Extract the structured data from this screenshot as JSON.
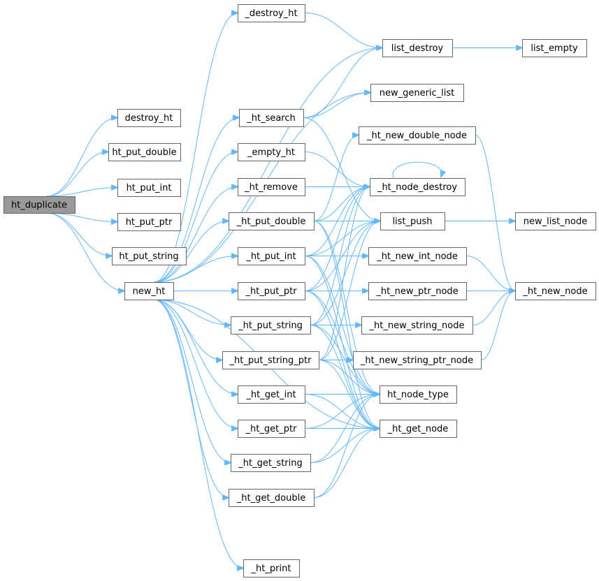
{
  "diagram": {
    "title": "ht_duplicate call graph",
    "colors": {
      "edge": "#63b8ff",
      "node_border": "#666666",
      "root_fill": "#999999",
      "node_fill": "#ffffff"
    },
    "nodes": [
      {
        "id": "ht_duplicate",
        "label": "ht_duplicate",
        "root": true
      },
      {
        "id": "destroy_ht",
        "label": "destroy_ht"
      },
      {
        "id": "ht_put_double",
        "label": "ht_put_double"
      },
      {
        "id": "ht_put_int",
        "label": "ht_put_int"
      },
      {
        "id": "ht_put_ptr",
        "label": "ht_put_ptr"
      },
      {
        "id": "ht_put_string",
        "label": "ht_put_string"
      },
      {
        "id": "new_ht",
        "label": "new_ht"
      },
      {
        "id": "_destroy_ht",
        "label": "_destroy_ht"
      },
      {
        "id": "_ht_search",
        "label": "_ht_search"
      },
      {
        "id": "_empty_ht",
        "label": "_empty_ht"
      },
      {
        "id": "_ht_remove",
        "label": "_ht_remove"
      },
      {
        "id": "_ht_put_double",
        "label": "_ht_put_double"
      },
      {
        "id": "_ht_put_int",
        "label": "_ht_put_int"
      },
      {
        "id": "_ht_put_ptr",
        "label": "_ht_put_ptr"
      },
      {
        "id": "_ht_put_string",
        "label": "_ht_put_string"
      },
      {
        "id": "_ht_put_string_ptr",
        "label": "_ht_put_string_ptr"
      },
      {
        "id": "_ht_get_int",
        "label": "_ht_get_int"
      },
      {
        "id": "_ht_get_ptr",
        "label": "_ht_get_ptr"
      },
      {
        "id": "_ht_get_string",
        "label": "_ht_get_string"
      },
      {
        "id": "_ht_get_double",
        "label": "_ht_get_double"
      },
      {
        "id": "_ht_print",
        "label": "_ht_print"
      },
      {
        "id": "list_destroy",
        "label": "list_destroy"
      },
      {
        "id": "list_empty",
        "label": "list_empty"
      },
      {
        "id": "new_generic_list",
        "label": "new_generic_list"
      },
      {
        "id": "_ht_new_double_node",
        "label": "_ht_new_double_node"
      },
      {
        "id": "_ht_node_destroy",
        "label": "_ht_node_destroy"
      },
      {
        "id": "list_push",
        "label": "list_push"
      },
      {
        "id": "new_list_node",
        "label": "new_list_node"
      },
      {
        "id": "_ht_new_int_node",
        "label": "_ht_new_int_node"
      },
      {
        "id": "_ht_new_ptr_node",
        "label": "_ht_new_ptr_node"
      },
      {
        "id": "_ht_new_node",
        "label": "_ht_new_node"
      },
      {
        "id": "_ht_new_string_node",
        "label": "_ht_new_string_node"
      },
      {
        "id": "_ht_new_string_ptr_node",
        "label": "_ht_new_string_ptr_node"
      },
      {
        "id": "ht_node_type",
        "label": "ht_node_type"
      },
      {
        "id": "_ht_get_node",
        "label": "_ht_get_node"
      }
    ],
    "edges": [
      [
        "ht_duplicate",
        "destroy_ht"
      ],
      [
        "ht_duplicate",
        "ht_put_double"
      ],
      [
        "ht_duplicate",
        "ht_put_int"
      ],
      [
        "ht_duplicate",
        "ht_put_ptr"
      ],
      [
        "ht_duplicate",
        "ht_put_string"
      ],
      [
        "ht_duplicate",
        "new_ht"
      ],
      [
        "new_ht",
        "_destroy_ht"
      ],
      [
        "new_ht",
        "list_destroy"
      ],
      [
        "new_ht",
        "new_generic_list"
      ],
      [
        "new_ht",
        "_ht_search"
      ],
      [
        "new_ht",
        "_empty_ht"
      ],
      [
        "new_ht",
        "_ht_remove"
      ],
      [
        "new_ht",
        "_ht_put_double"
      ],
      [
        "new_ht",
        "_ht_put_int"
      ],
      [
        "new_ht",
        "_ht_put_ptr"
      ],
      [
        "new_ht",
        "_ht_put_string"
      ],
      [
        "new_ht",
        "_ht_put_string_ptr"
      ],
      [
        "new_ht",
        "_ht_get_int"
      ],
      [
        "new_ht",
        "_ht_get_ptr"
      ],
      [
        "new_ht",
        "_ht_get_string"
      ],
      [
        "new_ht",
        "_ht_get_double"
      ],
      [
        "new_ht",
        "_ht_get_node"
      ],
      [
        "new_ht",
        "_ht_print"
      ],
      [
        "_destroy_ht",
        "list_destroy"
      ],
      [
        "list_destroy",
        "list_empty"
      ],
      [
        "_ht_search",
        "list_destroy"
      ],
      [
        "_ht_search",
        "new_generic_list"
      ],
      [
        "_ht_search",
        "list_push"
      ],
      [
        "_empty_ht",
        "_ht_node_destroy"
      ],
      [
        "_ht_remove",
        "_ht_node_destroy"
      ],
      [
        "_ht_node_destroy",
        "_ht_node_destroy"
      ],
      [
        "_ht_put_double",
        "_ht_new_double_node"
      ],
      [
        "_ht_put_double",
        "_ht_node_destroy"
      ],
      [
        "_ht_put_double",
        "list_push"
      ],
      [
        "_ht_put_double",
        "ht_node_type"
      ],
      [
        "_ht_put_double",
        "_ht_get_node"
      ],
      [
        "_ht_put_int",
        "_ht_new_int_node"
      ],
      [
        "_ht_put_int",
        "_ht_node_destroy"
      ],
      [
        "_ht_put_int",
        "list_push"
      ],
      [
        "_ht_put_int",
        "ht_node_type"
      ],
      [
        "_ht_put_int",
        "_ht_get_node"
      ],
      [
        "_ht_put_ptr",
        "_ht_new_ptr_node"
      ],
      [
        "_ht_put_ptr",
        "_ht_node_destroy"
      ],
      [
        "_ht_put_ptr",
        "list_push"
      ],
      [
        "_ht_put_ptr",
        "ht_node_type"
      ],
      [
        "_ht_put_ptr",
        "_ht_get_node"
      ],
      [
        "_ht_put_string",
        "_ht_new_string_node"
      ],
      [
        "_ht_put_string",
        "_ht_node_destroy"
      ],
      [
        "_ht_put_string",
        "list_push"
      ],
      [
        "_ht_put_string",
        "ht_node_type"
      ],
      [
        "_ht_put_string",
        "_ht_get_node"
      ],
      [
        "_ht_put_string_ptr",
        "_ht_new_string_ptr_node"
      ],
      [
        "_ht_put_string_ptr",
        "_ht_node_destroy"
      ],
      [
        "_ht_put_string_ptr",
        "list_push"
      ],
      [
        "_ht_put_string_ptr",
        "ht_node_type"
      ],
      [
        "_ht_put_string_ptr",
        "_ht_get_node"
      ],
      [
        "list_push",
        "new_list_node"
      ],
      [
        "_ht_new_double_node",
        "_ht_new_node"
      ],
      [
        "_ht_new_int_node",
        "_ht_new_node"
      ],
      [
        "_ht_new_ptr_node",
        "_ht_new_node"
      ],
      [
        "_ht_new_string_node",
        "_ht_new_node"
      ],
      [
        "_ht_new_string_ptr_node",
        "_ht_new_node"
      ],
      [
        "_ht_get_int",
        "ht_node_type"
      ],
      [
        "_ht_get_int",
        "_ht_get_node"
      ],
      [
        "_ht_get_ptr",
        "ht_node_type"
      ],
      [
        "_ht_get_ptr",
        "_ht_get_node"
      ],
      [
        "_ht_get_string",
        "ht_node_type"
      ],
      [
        "_ht_get_string",
        "_ht_get_node"
      ],
      [
        "_ht_get_double",
        "ht_node_type"
      ],
      [
        "_ht_get_double",
        "_ht_get_node"
      ]
    ]
  }
}
